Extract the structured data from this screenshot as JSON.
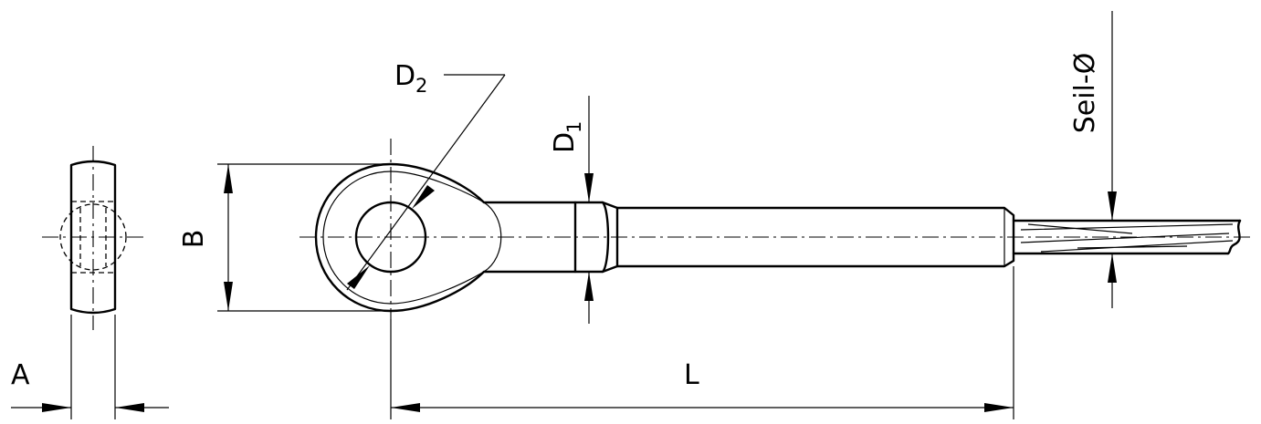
{
  "labels": {
    "a": "A",
    "b": "B",
    "d1_main": "D",
    "d1_sub": "1",
    "d2_main": "D",
    "d2_sub": "2",
    "l": "L",
    "seil": "Seil-Ø"
  }
}
